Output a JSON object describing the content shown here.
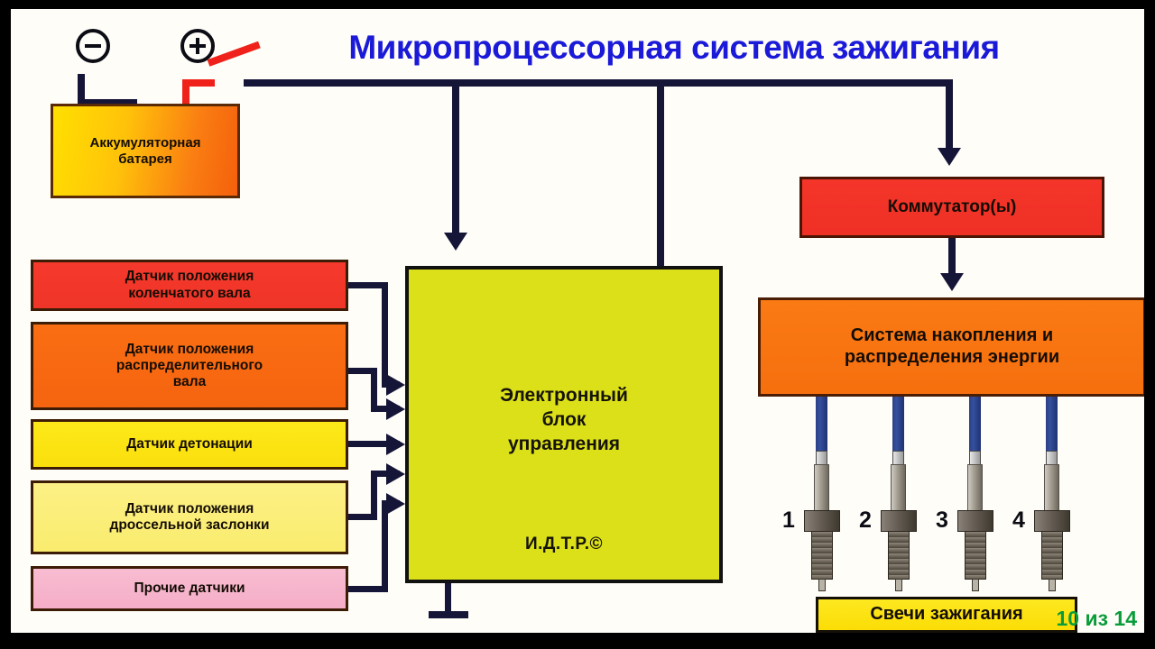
{
  "slide": {
    "title": "Микропроцессорная система зажигания",
    "title_color": "#1a1ad8",
    "page_counter": "10 из 14",
    "page_counter_color": "#0a9c3a",
    "frame_color": "#000000",
    "background_color": "#fffdf8"
  },
  "power": {
    "battery_label_line1": "Аккумуляторная",
    "battery_label_line2": "батарея",
    "negative_terminal": "−",
    "positive_terminal": "+",
    "battery_color": "#fa7d12",
    "switch_color": "#f0201a",
    "wire_color": "#151538"
  },
  "sensors": [
    {
      "id": "crankshaft-position-sensor",
      "line1": "Датчик положения",
      "line2": "коленчатого вала",
      "line3": "",
      "color": "#f5392c"
    },
    {
      "id": "camshaft-position-sensor",
      "line1": "Датчик положения",
      "line2": "распределительного",
      "line3": "вала",
      "color": "#fa6e13"
    },
    {
      "id": "knock-sensor",
      "line1": "Датчик детонации",
      "line2": "",
      "line3": "",
      "color": "#fde91a"
    },
    {
      "id": "throttle-position-sensor",
      "line1": "Датчик положения",
      "line2": "дроссельной заслонки",
      "line3": "",
      "color": "#fcf085"
    },
    {
      "id": "other-sensors",
      "line1": "Прочие датчики",
      "line2": "",
      "line3": "",
      "color": "#f8bcd1"
    }
  ],
  "ecu": {
    "line1": "Электронный",
    "line2": "блок",
    "line3": "управления",
    "watermark": "И.Д.Т.Р.©",
    "color": "#dbe019"
  },
  "output": {
    "commutator_label": "Коммутатор(ы)",
    "commutator_color": "#f4352a",
    "energy_line1": "Система накопления и",
    "energy_line2": "распределения энергии",
    "energy_color": "#fa7a14",
    "spark_plugs_label": "Свечи зажигания",
    "spark_plugs_label_color": "#fde820",
    "hv_wire_color": "#2c3f86",
    "plug_numbers": [
      "1",
      "2",
      "3",
      "4"
    ]
  }
}
